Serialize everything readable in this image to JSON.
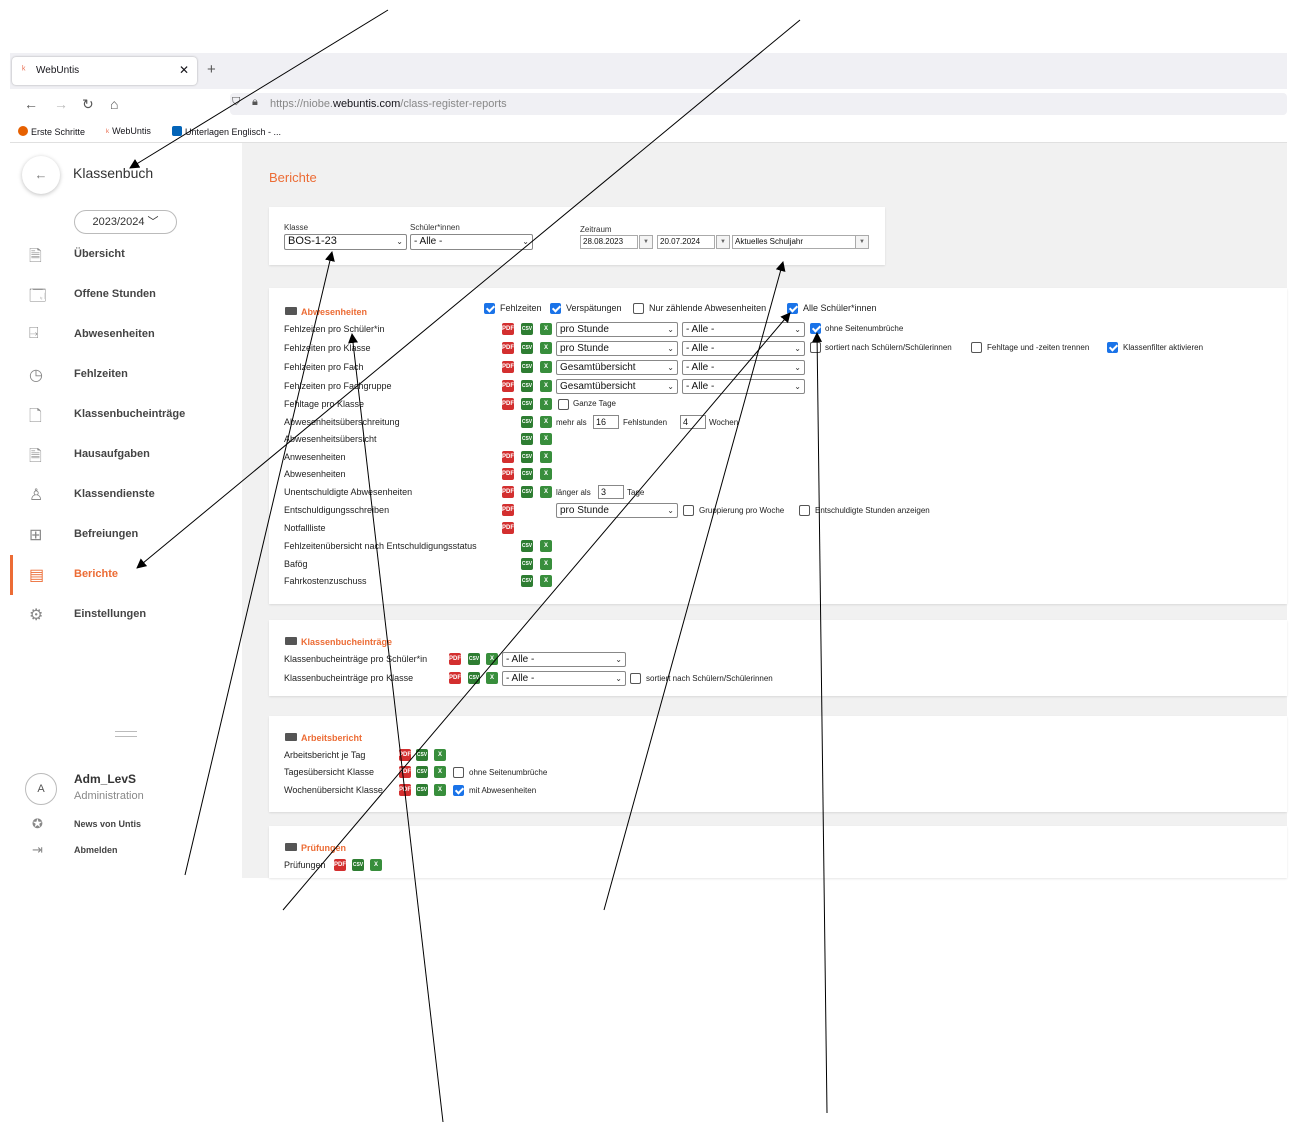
{
  "browser": {
    "tab_title": "WebUntis",
    "tab_close": "✕",
    "new_tab": "+",
    "url_prefix": "https://niobe.",
    "url_domain": "webuntis.com",
    "url_path": "/class-register-reports",
    "bookmarks": [
      "Erste Schritte",
      "WebUntis",
      "Unterlagen Englisch - ..."
    ]
  },
  "sidebar": {
    "title": "Klassenbuch",
    "year": "2023/2024",
    "items": [
      {
        "label": "Übersicht",
        "icon": "report-search-icon"
      },
      {
        "label": "Offene Stunden",
        "icon": "open-lessons-icon"
      },
      {
        "label": "Abwesenheiten",
        "icon": "absence-icon"
      },
      {
        "label": "Fehlzeiten",
        "icon": "clock-icon"
      },
      {
        "label": "Klassenbucheinträge",
        "icon": "add-entry-icon"
      },
      {
        "label": "Hausaufgaben",
        "icon": "homework-icon"
      },
      {
        "label": "Klassendienste",
        "icon": "class-service-icon"
      },
      {
        "label": "Befreiungen",
        "icon": "exemption-icon"
      },
      {
        "label": "Berichte",
        "icon": "reports-icon",
        "active": true
      },
      {
        "label": "Einstellungen",
        "icon": "gear-icon"
      }
    ],
    "user": {
      "initial": "A",
      "name": "Adm_LevS",
      "role": "Administration"
    },
    "footer": [
      "News von Untis",
      "Abmelden"
    ]
  },
  "main": {
    "title": "Berichte",
    "filters": {
      "klasse_label": "Klasse",
      "klasse_value": "BOS-1-23",
      "schueler_label": "Schüler*innen",
      "schueler_value": "- Alle -",
      "zeitraum_label": "Zeitraum",
      "date_from": "28.08.2023",
      "date_to": "20.07.2024",
      "period": "Aktuelles Schuljahr"
    },
    "abwesenheiten": {
      "title": "Abwesenheiten",
      "opt_fehlzeiten": "Fehlzeiten",
      "opt_verspaetungen": "Verspätungen",
      "opt_nur_zaehlende": "Nur zählende Abwesenheiten",
      "opt_alle_schueler": "Alle Schüler*innen",
      "rows": [
        "Fehlzeiten pro Schüler*in",
        "Fehlzeiten pro Klasse",
        "Fehlzeiten pro Fach",
        "Fehlzeiten pro Fachgruppe",
        "Fehltage pro Klasse",
        "Abwesenheitsüberschreitung",
        "Abwesenheitsübersicht",
        "Anwesenheiten",
        "Abwesenheiten",
        "Unentschuldigte Abwesenheiten",
        "Entschuldigungsschreiben",
        "Notfallliste",
        "Fehlzeitenübersicht nach Entschuldigungsstatus",
        "Bafög",
        "Fahrkostenzuschuss"
      ],
      "sel_pro_stunde": "pro Stunde",
      "sel_gesamt": "Gesamtübersicht",
      "sel_alle": "- Alle -",
      "ohne_umbrueche": "ohne Seitenumbrüche",
      "sortiert": "sortiert nach Schülern/Schülerinnen",
      "fehltage_trennen": "Fehltage und -zeiten trennen",
      "klassenfilter": "Klassenfilter aktivieren",
      "ganze_tage": "Ganze Tage",
      "mehr_als": "mehr als",
      "mehr_als_val": "16",
      "fehlstunden": "Fehlstunden",
      "wochen_val": "4",
      "wochen": "Wochen",
      "laenger_als": "länger als",
      "laenger_val": "3",
      "tage": "Tage",
      "gruppierung": "Gruppierung pro Woche",
      "entschuldigte": "Entschuldigte Stunden anzeigen"
    },
    "klassenbuch": {
      "title": "Klassenbucheinträge",
      "rows": [
        "Klassenbucheinträge pro Schüler*in",
        "Klassenbucheinträge pro Klasse"
      ],
      "sortiert": "sortiert nach Schülern/Schülerinnen"
    },
    "arbeitsbericht": {
      "title": "Arbeitsbericht",
      "rows": [
        "Arbeitsbericht je Tag",
        "Tagesübersicht Klasse",
        "Wochenübersicht Klasse"
      ],
      "ohne_umbrueche": "ohne Seitenumbrüche",
      "mit_abwesenheiten": "mit Abwesenheiten"
    },
    "pruefungen": {
      "title": "Prüfungen",
      "rows": [
        "Prüfungen"
      ]
    }
  },
  "icons": {
    "pdf": "PDF",
    "csv": "CSV",
    "xls": "X"
  },
  "colors": {
    "accent": "#ec6c35",
    "checkbox": "#1a73e8",
    "pdf": "#d32f2f",
    "csv": "#2e7d32"
  }
}
